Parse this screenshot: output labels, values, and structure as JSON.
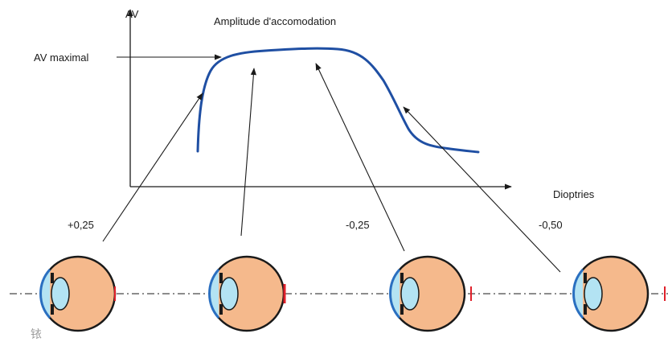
{
  "diagram": {
    "y_axis_label": "AV",
    "x_axis_label": "Dioptries",
    "title": "Amplitude d'accomodation",
    "av_max_label": "AV maximal"
  },
  "lenses": [
    {
      "power": "+0,25"
    },
    {
      "power": ""
    },
    {
      "power": "-0,25"
    },
    {
      "power": "-0,50"
    }
  ],
  "watermark": "铱",
  "colors": {
    "curve": "#1f4fa3",
    "eye_fill": "#f5b98c",
    "lens_fill": "#b3e3f3",
    "cornea": "#2a6fc0",
    "retina_mark": "#e0202a"
  }
}
